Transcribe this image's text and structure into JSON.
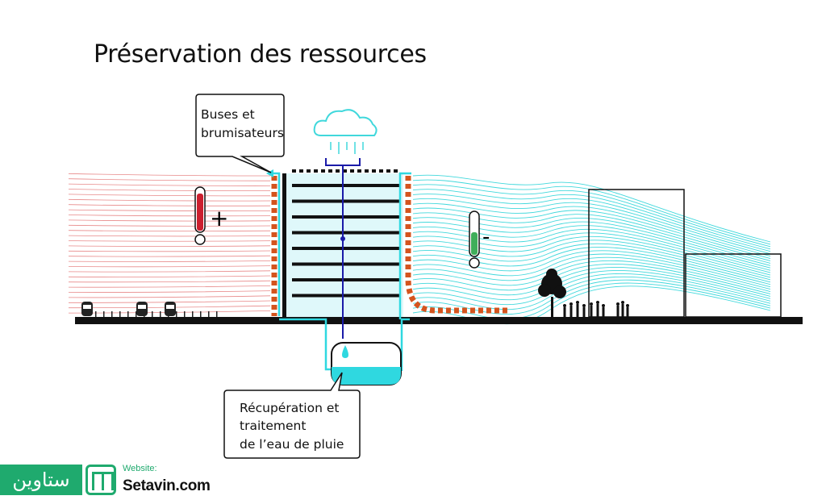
{
  "title": "Préservation des ressources",
  "callouts": {
    "nozzles": [
      "Buses et",
      "brumisateurs"
    ],
    "rainwater": [
      "Récupération et",
      "traitement",
      "de l’eau de pluie"
    ]
  },
  "thermometers": {
    "hot_sign": "+",
    "cool_sign": "-"
  },
  "colors": {
    "hot_air": "#e88a8a",
    "cool_air": "#41d8dc",
    "water": "#2fd8e0",
    "rain_pipe": "#1a1aa8",
    "mist_dashes": "#d4541e",
    "hot_mercury": "#cc1f2f",
    "cool_mercury": "#3fae5a",
    "brand": "#1faa6e"
  },
  "logo": {
    "arabic": "ستاوين",
    "website_label": "Website:",
    "url": "Setavin.com"
  }
}
